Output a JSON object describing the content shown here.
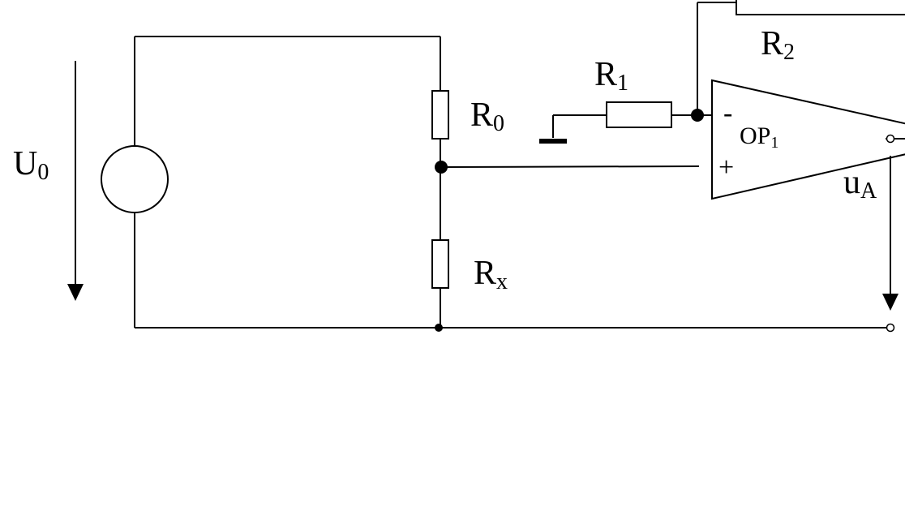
{
  "labels": {
    "source_voltage": {
      "main": "U",
      "sub": "0"
    },
    "r0": {
      "main": "R",
      "sub": "0"
    },
    "rx": {
      "main": "R",
      "sub": "x"
    },
    "r1": {
      "main": "R",
      "sub": "1"
    },
    "r2": {
      "main": "R",
      "sub": "2"
    },
    "opamp": {
      "main": "OP",
      "sub": "1"
    },
    "output_voltage": {
      "main": "u",
      "sub": "A"
    },
    "inverting_sign": "-",
    "noninverting_sign": "+"
  },
  "colors": {
    "line": "#000000",
    "background": "#ffffff"
  }
}
